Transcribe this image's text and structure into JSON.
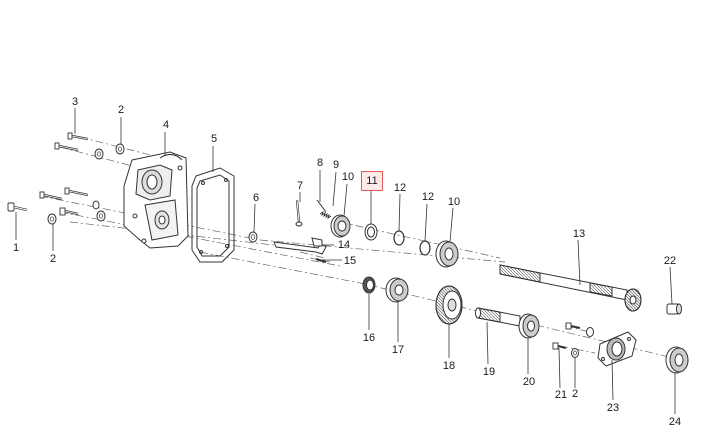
{
  "diagram": {
    "highlight_color": "#e05a5a",
    "highlighted_part": "11",
    "callouts": [
      "3",
      "2",
      "4",
      "5",
      "7",
      "8",
      "9",
      "10",
      "11",
      "12",
      "12",
      "10",
      "6",
      "1",
      "2",
      "14",
      "15",
      "13",
      "22",
      "16",
      "17",
      "18",
      "19",
      "20",
      "21",
      "2",
      "23",
      "24"
    ]
  }
}
